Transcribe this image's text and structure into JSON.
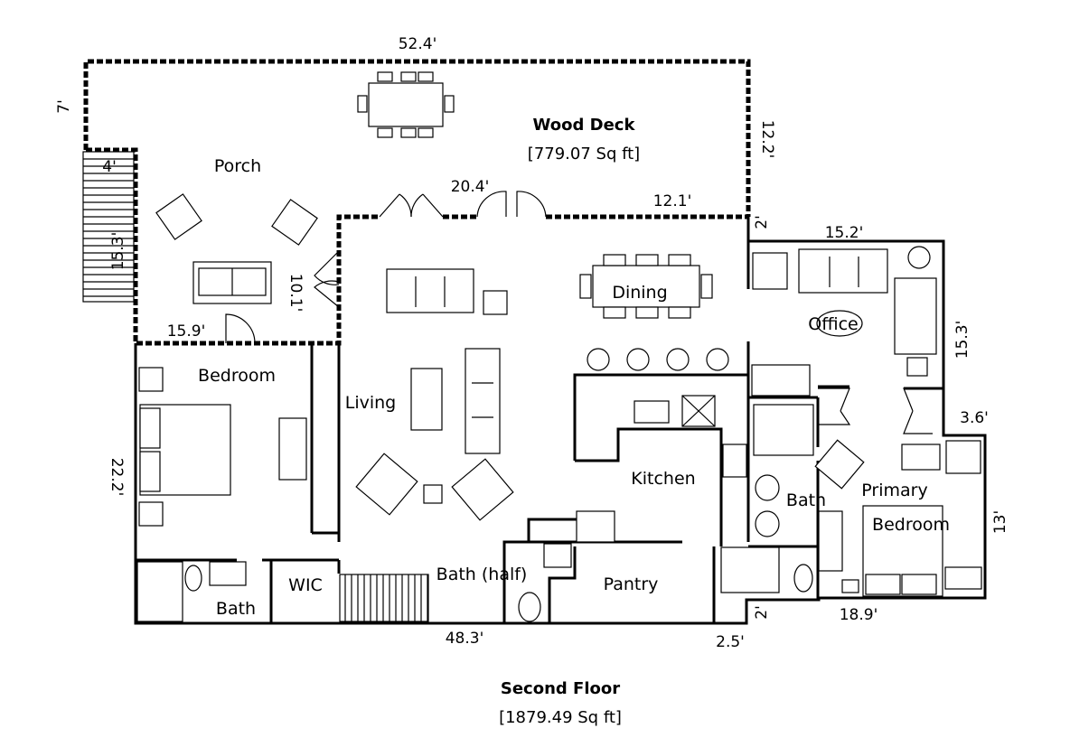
{
  "deck": {
    "title": "Wood Deck",
    "area": "[779.07 Sq ft]"
  },
  "floor": {
    "title": "Second Floor",
    "area": "[1879.49 Sq ft]"
  },
  "rooms": {
    "porch": "Porch",
    "dining": "Dining",
    "office": "Office",
    "bedroom": "Bedroom",
    "living": "Living",
    "kitchen": "Kitchen",
    "bath_primary": "Bath",
    "primary": "Primary",
    "primary_bedroom": "Bedroom",
    "wic": "WIC",
    "bath_half": "Bath (half)",
    "pantry": "Pantry",
    "bath_left": "Bath"
  },
  "dimensions": {
    "top": "52.4'",
    "left_deck": "7'",
    "right_deck": "12.2'",
    "stair_width": "4'",
    "stair_len": "15.3'",
    "deck_mid": "20.4'",
    "deck_right": "12.1'",
    "office_top": "15.2'",
    "office_left": "2'",
    "porch_depth": "10.1'",
    "porch_bottom": "15.9'",
    "office_right": "15.3'",
    "closet": "3.6'",
    "left_side": "22.2'",
    "primary_right": "13'",
    "primary_left": "2'",
    "primary_bottom": "18.9'",
    "bottom": "48.3'",
    "bottom_right": "2.5'"
  }
}
